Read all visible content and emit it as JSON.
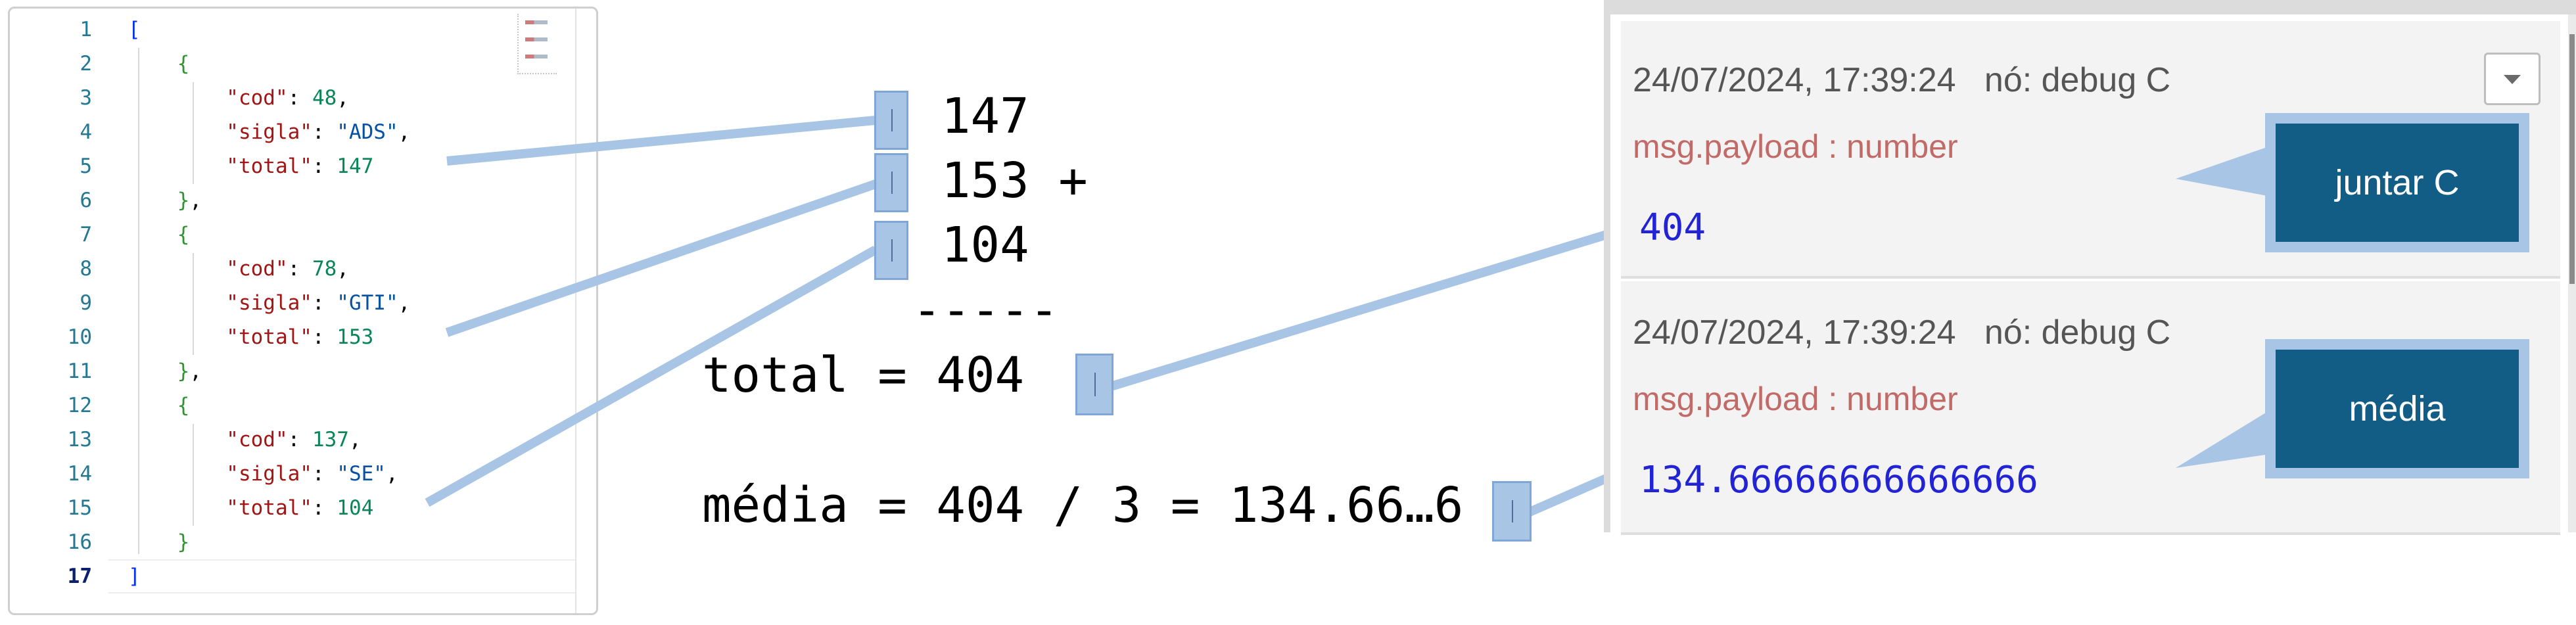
{
  "editor": {
    "line_numbers": [
      "1",
      "2",
      "3",
      "4",
      "5",
      "6",
      "7",
      "8",
      "9",
      "10",
      "11",
      "12",
      "13",
      "14",
      "15",
      "16",
      "17"
    ],
    "lines": [
      [
        {
          "t": "[",
          "c": "bracket"
        }
      ],
      [
        {
          "t": "    {",
          "c": "brace"
        }
      ],
      [
        {
          "t": "        \"cod\"",
          "c": "key"
        },
        {
          "t": ": ",
          "c": "punct"
        },
        {
          "t": "48",
          "c": "num"
        },
        {
          "t": ",",
          "c": "punct"
        }
      ],
      [
        {
          "t": "        \"sigla\"",
          "c": "key"
        },
        {
          "t": ": ",
          "c": "punct"
        },
        {
          "t": "\"ADS\"",
          "c": "str"
        },
        {
          "t": ",",
          "c": "punct"
        }
      ],
      [
        {
          "t": "        \"total\"",
          "c": "key"
        },
        {
          "t": ": ",
          "c": "punct"
        },
        {
          "t": "147",
          "c": "num"
        }
      ],
      [
        {
          "t": "    }",
          "c": "brace"
        },
        {
          "t": ",",
          "c": "punct"
        }
      ],
      [
        {
          "t": "    {",
          "c": "brace"
        }
      ],
      [
        {
          "t": "        \"cod\"",
          "c": "key"
        },
        {
          "t": ": ",
          "c": "punct"
        },
        {
          "t": "78",
          "c": "num"
        },
        {
          "t": ",",
          "c": "punct"
        }
      ],
      [
        {
          "t": "        \"sigla\"",
          "c": "key"
        },
        {
          "t": ": ",
          "c": "punct"
        },
        {
          "t": "\"GTI\"",
          "c": "str"
        },
        {
          "t": ",",
          "c": "punct"
        }
      ],
      [
        {
          "t": "        \"total\"",
          "c": "key"
        },
        {
          "t": ": ",
          "c": "punct"
        },
        {
          "t": "153",
          "c": "num"
        }
      ],
      [
        {
          "t": "    }",
          "c": "brace"
        },
        {
          "t": ",",
          "c": "punct"
        }
      ],
      [
        {
          "t": "    {",
          "c": "brace"
        }
      ],
      [
        {
          "t": "        \"cod\"",
          "c": "key"
        },
        {
          "t": ": ",
          "c": "punct"
        },
        {
          "t": "137",
          "c": "num"
        },
        {
          "t": ",",
          "c": "punct"
        }
      ],
      [
        {
          "t": "        \"sigla\"",
          "c": "key"
        },
        {
          "t": ": ",
          "c": "punct"
        },
        {
          "t": "\"SE\"",
          "c": "str"
        },
        {
          "t": ",",
          "c": "punct"
        }
      ],
      [
        {
          "t": "        \"total\"",
          "c": "key"
        },
        {
          "t": ": ",
          "c": "punct"
        },
        {
          "t": "104",
          "c": "num"
        }
      ],
      [
        {
          "t": "    }",
          "c": "brace"
        }
      ],
      [
        {
          "t": "]",
          "c": "bracket"
        }
      ]
    ]
  },
  "calc": {
    "value1": "147",
    "value2": "153 +",
    "value3": "104",
    "separator": "-----",
    "total_line": "total = 404",
    "media_line": "média = 404 / 3 = 134.66…6"
  },
  "debug": {
    "messages": [
      {
        "meta": "24/07/2024, 17:39:24   nó: debug C",
        "topic": "msg.payload : number",
        "value": "404"
      },
      {
        "meta": "24/07/2024, 17:39:24   nó: debug C",
        "topic": "msg.payload : number",
        "value": "134.66666666666666"
      }
    ]
  },
  "callouts": {
    "juntar": "juntar C",
    "media": "média"
  },
  "colors": {
    "connector": "#a9c5e6",
    "callout_fill": "#125d85",
    "number_blue": "#2323d6",
    "topic_red": "#c26a67"
  }
}
